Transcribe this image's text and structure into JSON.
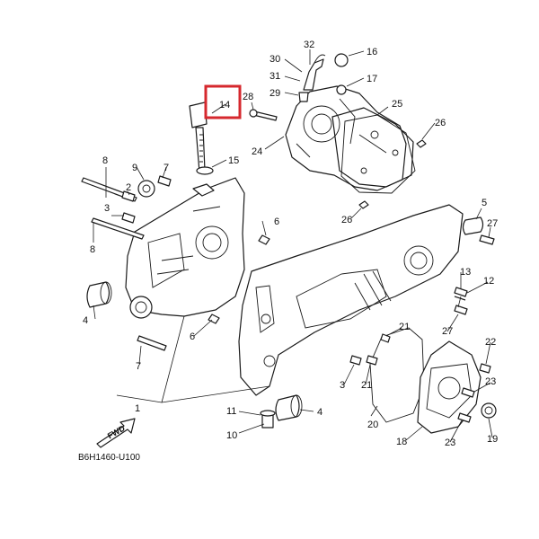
{
  "diagram": {
    "code": "B6H1460-U100",
    "forward_label": "FWD",
    "highlight_color": "#d6282e",
    "highlighted_part": "14",
    "callouts": {
      "c1": "1",
      "c2": "2",
      "c3a": "3",
      "c3b": "3",
      "c4a": "4",
      "c4b": "4",
      "c5": "5",
      "c6a": "6",
      "c6b": "6",
      "c7a": "7",
      "c7b": "7",
      "c8": "8",
      "c9": "9",
      "c10": "10",
      "c11": "11",
      "c12": "12",
      "c13": "13",
      "c14": "14",
      "c15": "15",
      "c16": "16",
      "c17": "17",
      "c18": "18",
      "c19": "19",
      "c20": "20",
      "c21a": "21",
      "c21b": "21",
      "c22": "22",
      "c23a": "23",
      "c23b": "23",
      "c24": "24",
      "c25": "25",
      "c26a": "26",
      "c26b": "26",
      "c27a": "27",
      "c27b": "27",
      "c28": "28",
      "c29": "29",
      "c30": "30",
      "c31": "31",
      "c32": "32"
    }
  }
}
